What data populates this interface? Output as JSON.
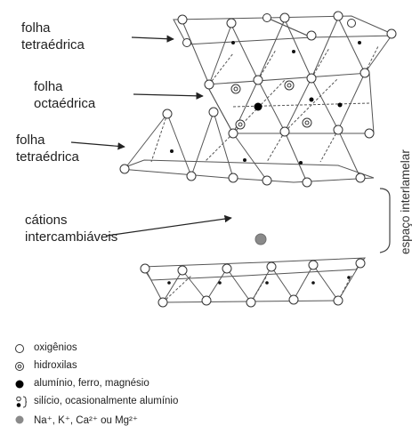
{
  "labels": {
    "top_tetra": [
      "folha",
      "tetraédrica"
    ],
    "octa": [
      "folha",
      "octaédrica"
    ],
    "bottom_tetra": [
      "folha",
      "tetraédrica"
    ],
    "cations": [
      "cátions",
      "intercambiáveis"
    ],
    "interlayer": "espaço interlamelar"
  },
  "legend": [
    {
      "symbol": "open-circle-icon",
      "text": "oxigênios"
    },
    {
      "symbol": "hydroxyl-circle-icon",
      "text": "hidroxilas"
    },
    {
      "symbol": "filled-circle-icon",
      "text": "alumínio, ferro, magnésio"
    },
    {
      "symbol": "silicon-pair-icon",
      "text": "silício, ocasionalmente alumínio"
    },
    {
      "symbol": "gray-circle-icon",
      "text": "Na⁺, K⁺, Ca²⁺ ou Mg²⁺"
    }
  ],
  "colors": {
    "line": "#444444",
    "oxygen_fill": "#ffffff",
    "metal": "#000000",
    "cation": "#8a8a8a"
  }
}
